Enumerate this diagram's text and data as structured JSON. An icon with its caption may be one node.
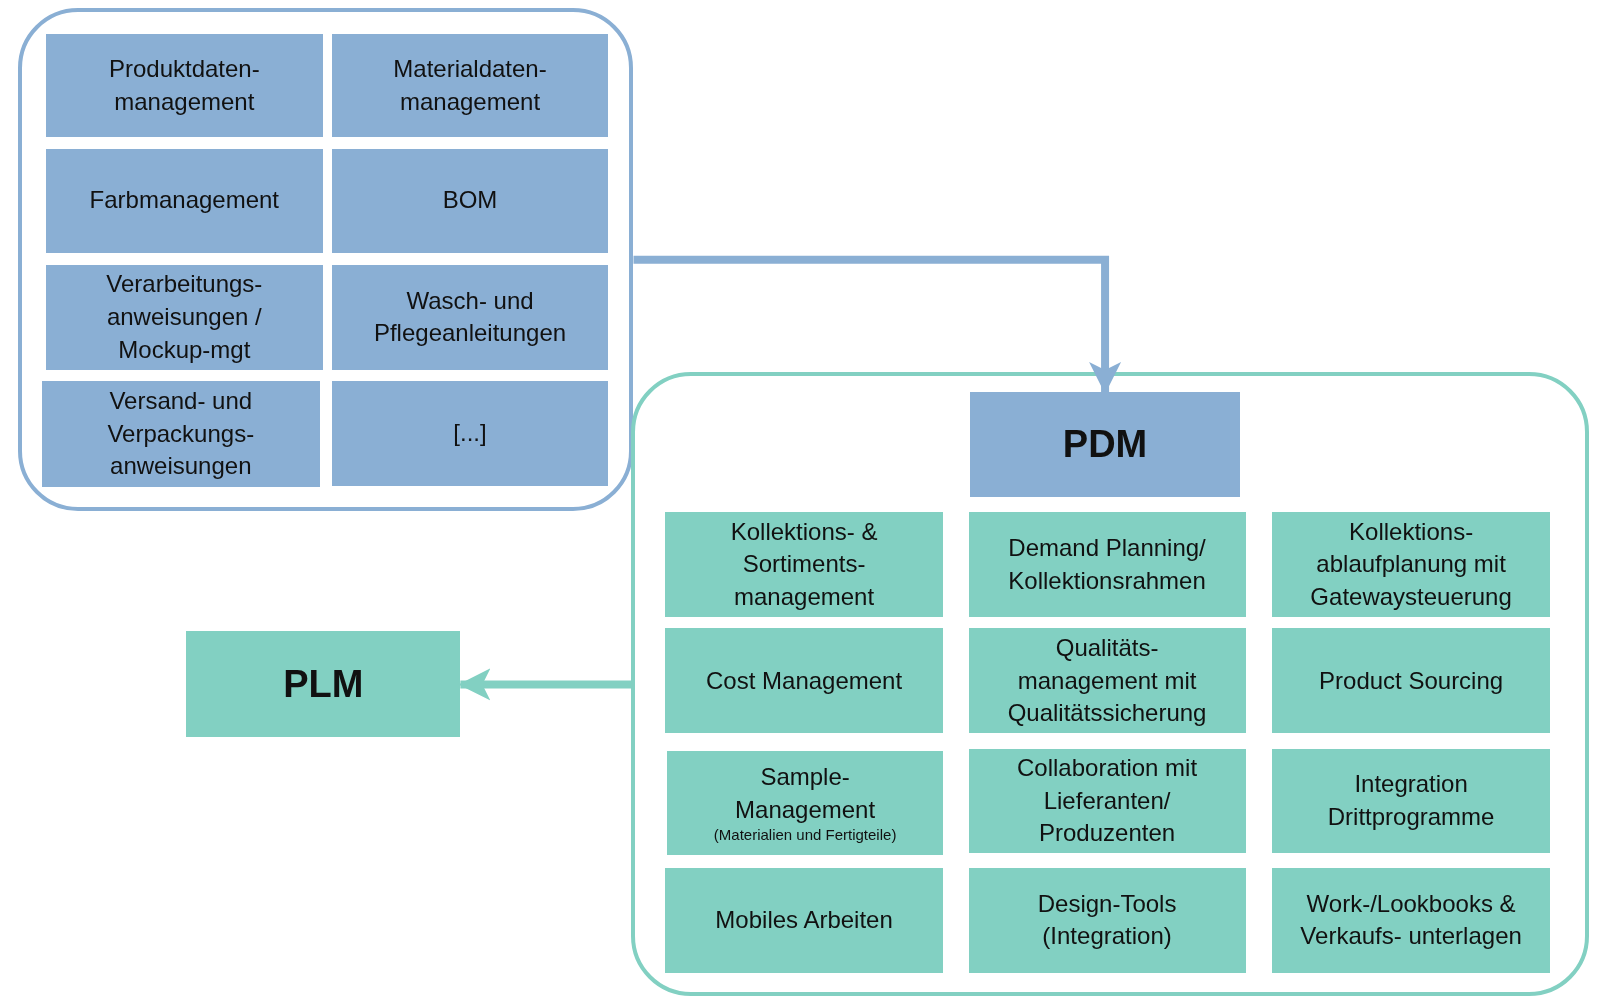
{
  "diagram": {
    "nodes": [
      {
        "text": [],
        "shape": "box"
      },
      {
        "text": [
          "Produktdaten- management"
        ],
        "in": 0
      },
      {
        "text": [
          "Materialdaten- management"
        ],
        "in": 0
      },
      {
        "text": [
          "Farbmanagement"
        ],
        "in": 0
      },
      {
        "text": [
          "BOM"
        ],
        "in": 0
      },
      {
        "text": [
          "Verarbeitungs- anweisungen / Mockup-mgt"
        ],
        "in": 0
      },
      {
        "text": [
          "Wasch- und Pflegeanleitungen"
        ],
        "in": 0
      },
      {
        "text": [
          "Versand- und Verpackungs- anweisungen"
        ],
        "in": 0
      },
      {
        "text": [
          "[...]"
        ],
        "in": 0
      },
      {
        "text": [],
        "shape": "box"
      },
      {
        "text": [
          "PDM"
        ],
        "in": 9
      },
      {
        "text": [
          "Kollektions- & Sortiments- management"
        ],
        "in": 9
      },
      {
        "text": [
          "Demand Planning/ Kollektionsrahmen"
        ],
        "in": 9
      },
      {
        "text": [
          "Kollektions- ablaufplanung mit Gatewaysteuerung"
        ],
        "in": 9
      },
      {
        "text": [
          "Cost Management"
        ],
        "in": 9
      },
      {
        "text": [
          "Qualitäts- management mit Qualitätssicherung"
        ],
        "in": 9
      },
      {
        "text": [
          "Product Sourcing"
        ],
        "in": 9
      },
      {
        "text": [
          "Sample- Management",
          "(Materialien und Fertigteile)"
        ],
        "in": 9
      },
      {
        "text": [
          "Collaboration mit Lieferanten/ Produzenten"
        ],
        "in": 9
      },
      {
        "text": [
          "Integration Drittprogramme"
        ],
        "in": 9
      },
      {
        "text": [
          "Mobiles Arbeiten"
        ],
        "in": 9
      },
      {
        "text": [
          "Design-Tools (Integration)"
        ],
        "in": 9
      },
      {
        "text": [
          "Work-/Lookbooks & Verkaufs- unterlagen"
        ],
        "in": 9
      },
      {
        "text": [
          "PLM"
        ]
      }
    ],
    "edges": [
      {
        "from": 0,
        "to": 10,
        "arrow": "to",
        "color": "#8aafd4"
      },
      {
        "from": 9,
        "to": 23,
        "arrow": "to",
        "color": "#82d0c2"
      }
    ]
  }
}
